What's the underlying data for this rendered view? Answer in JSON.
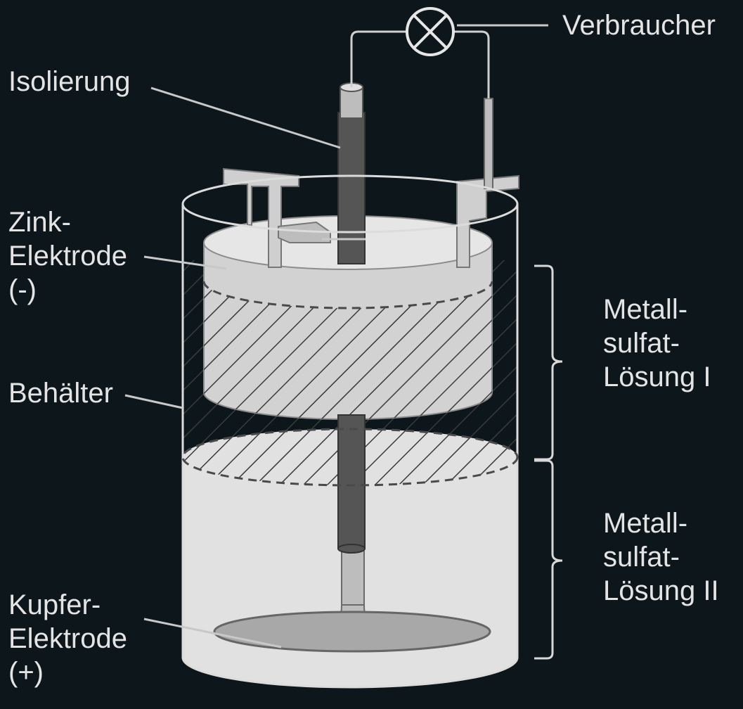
{
  "colors": {
    "background": "#0c161b",
    "label_text": "#e4e4e4",
    "leader_line": "#c8c8c8",
    "container_outline": "#dcdcdc",
    "zinc_body": "#d2d2d2",
    "zinc_top": "#e6e6e6",
    "rod_dark": "#555555",
    "solution_two": "#e1e1e1",
    "copper_plate": "#a8a8a8"
  },
  "labels": {
    "consumer": "Verbraucher",
    "insulation": "Isolierung",
    "zinc_line1": "Zink-",
    "zinc_line2": "Elektrode",
    "zinc_line3": "(-)",
    "container": "Behälter",
    "copper_line1": "Kupfer-",
    "copper_line2": "Elektrode",
    "copper_line3": "(+)",
    "solution1_line1": "Metall-",
    "solution1_line2": "sulfat-",
    "solution1_line3": "Lösung I",
    "solution2_line1": "Metall-",
    "solution2_line2": "sulfat-",
    "solution2_line3": "Lösung II"
  }
}
